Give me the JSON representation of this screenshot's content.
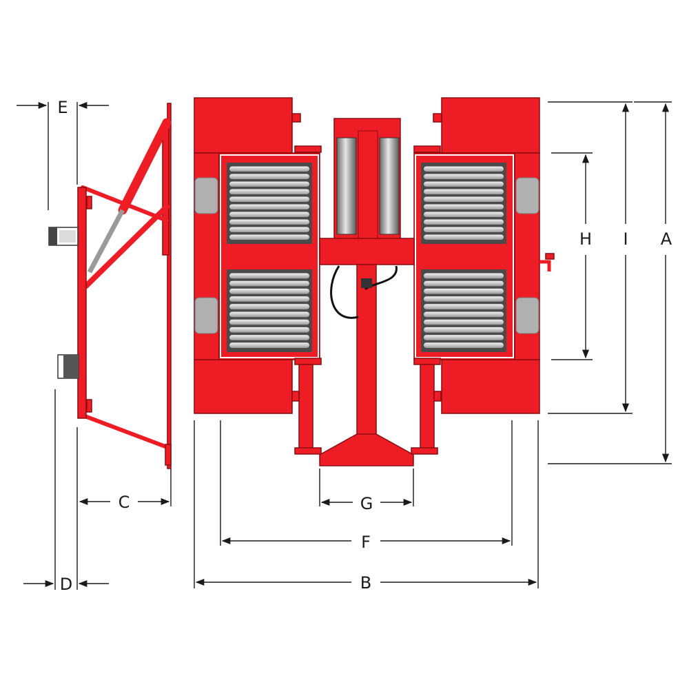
{
  "dimensions": {
    "A": "A",
    "B": "B",
    "C": "C",
    "D": "D",
    "E": "E",
    "F": "F",
    "G": "G",
    "H": "H",
    "I": "I"
  },
  "colors": {
    "frame": "#ee1c25",
    "frame_outline": "#8a0c10",
    "pad": "#4a4a4a",
    "slat": "#c8c8c8",
    "dimension_line": "#1a1a1a"
  }
}
